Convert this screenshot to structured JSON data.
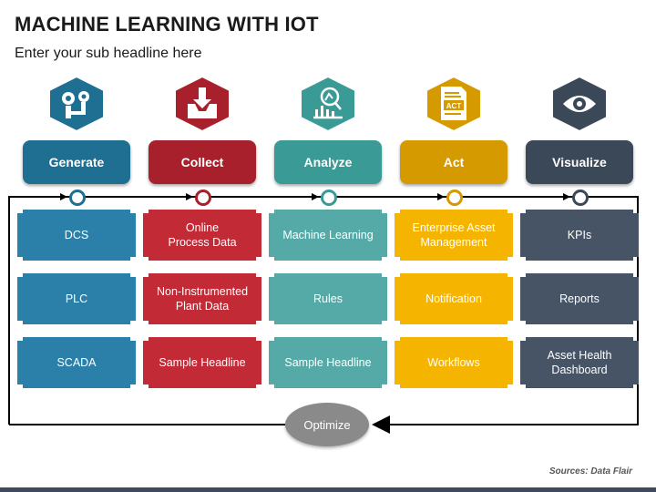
{
  "header": {
    "title": "MACHINE LEARNING WITH IOT",
    "subtitle": "Enter your sub headline here"
  },
  "colors": {
    "generate": "#1f6f93",
    "collect": "#a8202c",
    "analyze": "#3a9a96",
    "act": "#d49a00",
    "visualize": "#3b4858",
    "optimize": "#8a8a8a"
  },
  "stages": [
    {
      "label": "Generate",
      "icon": "gears-head-icon",
      "color": "#1f6f93",
      "card_color": "#2a80a8",
      "cards": [
        "DCS",
        "PLC",
        "SCADA"
      ]
    },
    {
      "label": "Collect",
      "icon": "download-tray-icon",
      "color": "#a8202c",
      "card_color": "#c22a35",
      "cards": [
        "Online\nProcess Data",
        "Non-Instrumented\nPlant Data",
        "Sample Headline"
      ]
    },
    {
      "label": "Analyze",
      "icon": "chart-magnifier-icon",
      "color": "#3a9a96",
      "card_color": "#55aaa7",
      "cards": [
        "Machine Learning",
        "Rules",
        "Sample Headline"
      ]
    },
    {
      "label": "Act",
      "icon": "act-document-icon",
      "color": "#d49a00",
      "card_color": "#f5b400",
      "cards": [
        "Enterprise Asset\nManagement",
        "Notification",
        "Workflows"
      ]
    },
    {
      "label": "Visualize",
      "icon": "eye-icon",
      "color": "#3b4858",
      "card_color": "#465466",
      "cards": [
        "KPIs",
        "Reports",
        "Asset Health\nDashboard"
      ]
    }
  ],
  "optimize": {
    "label": "Optimize"
  },
  "source": "Sources: Data Flair"
}
